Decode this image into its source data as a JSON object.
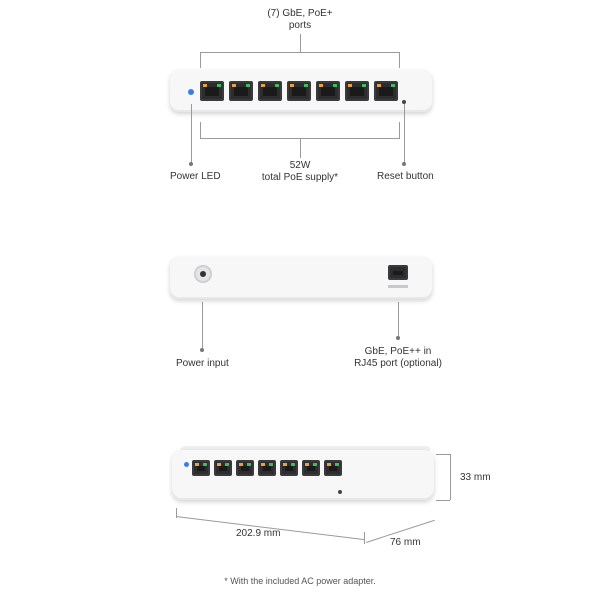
{
  "front": {
    "ports_label": [
      "(7) GbE, PoE+",
      "ports"
    ],
    "power_led": "Power LED",
    "poe_supply": [
      "52W",
      "total PoE supply*"
    ],
    "reset": "Reset button",
    "port_count": 7
  },
  "back": {
    "power_input": "Power input",
    "uplink": [
      "GbE, PoE++ in",
      "RJ45 port (optional)"
    ]
  },
  "dims": {
    "height": "33 mm",
    "width": "202.9 mm",
    "depth": "76 mm"
  },
  "footnote": "* With the included AC power adapter.",
  "colors": {
    "power_led": "#3b7cf0",
    "port_led_green": "#38c25a",
    "port_led_amber": "#e8a43a"
  }
}
